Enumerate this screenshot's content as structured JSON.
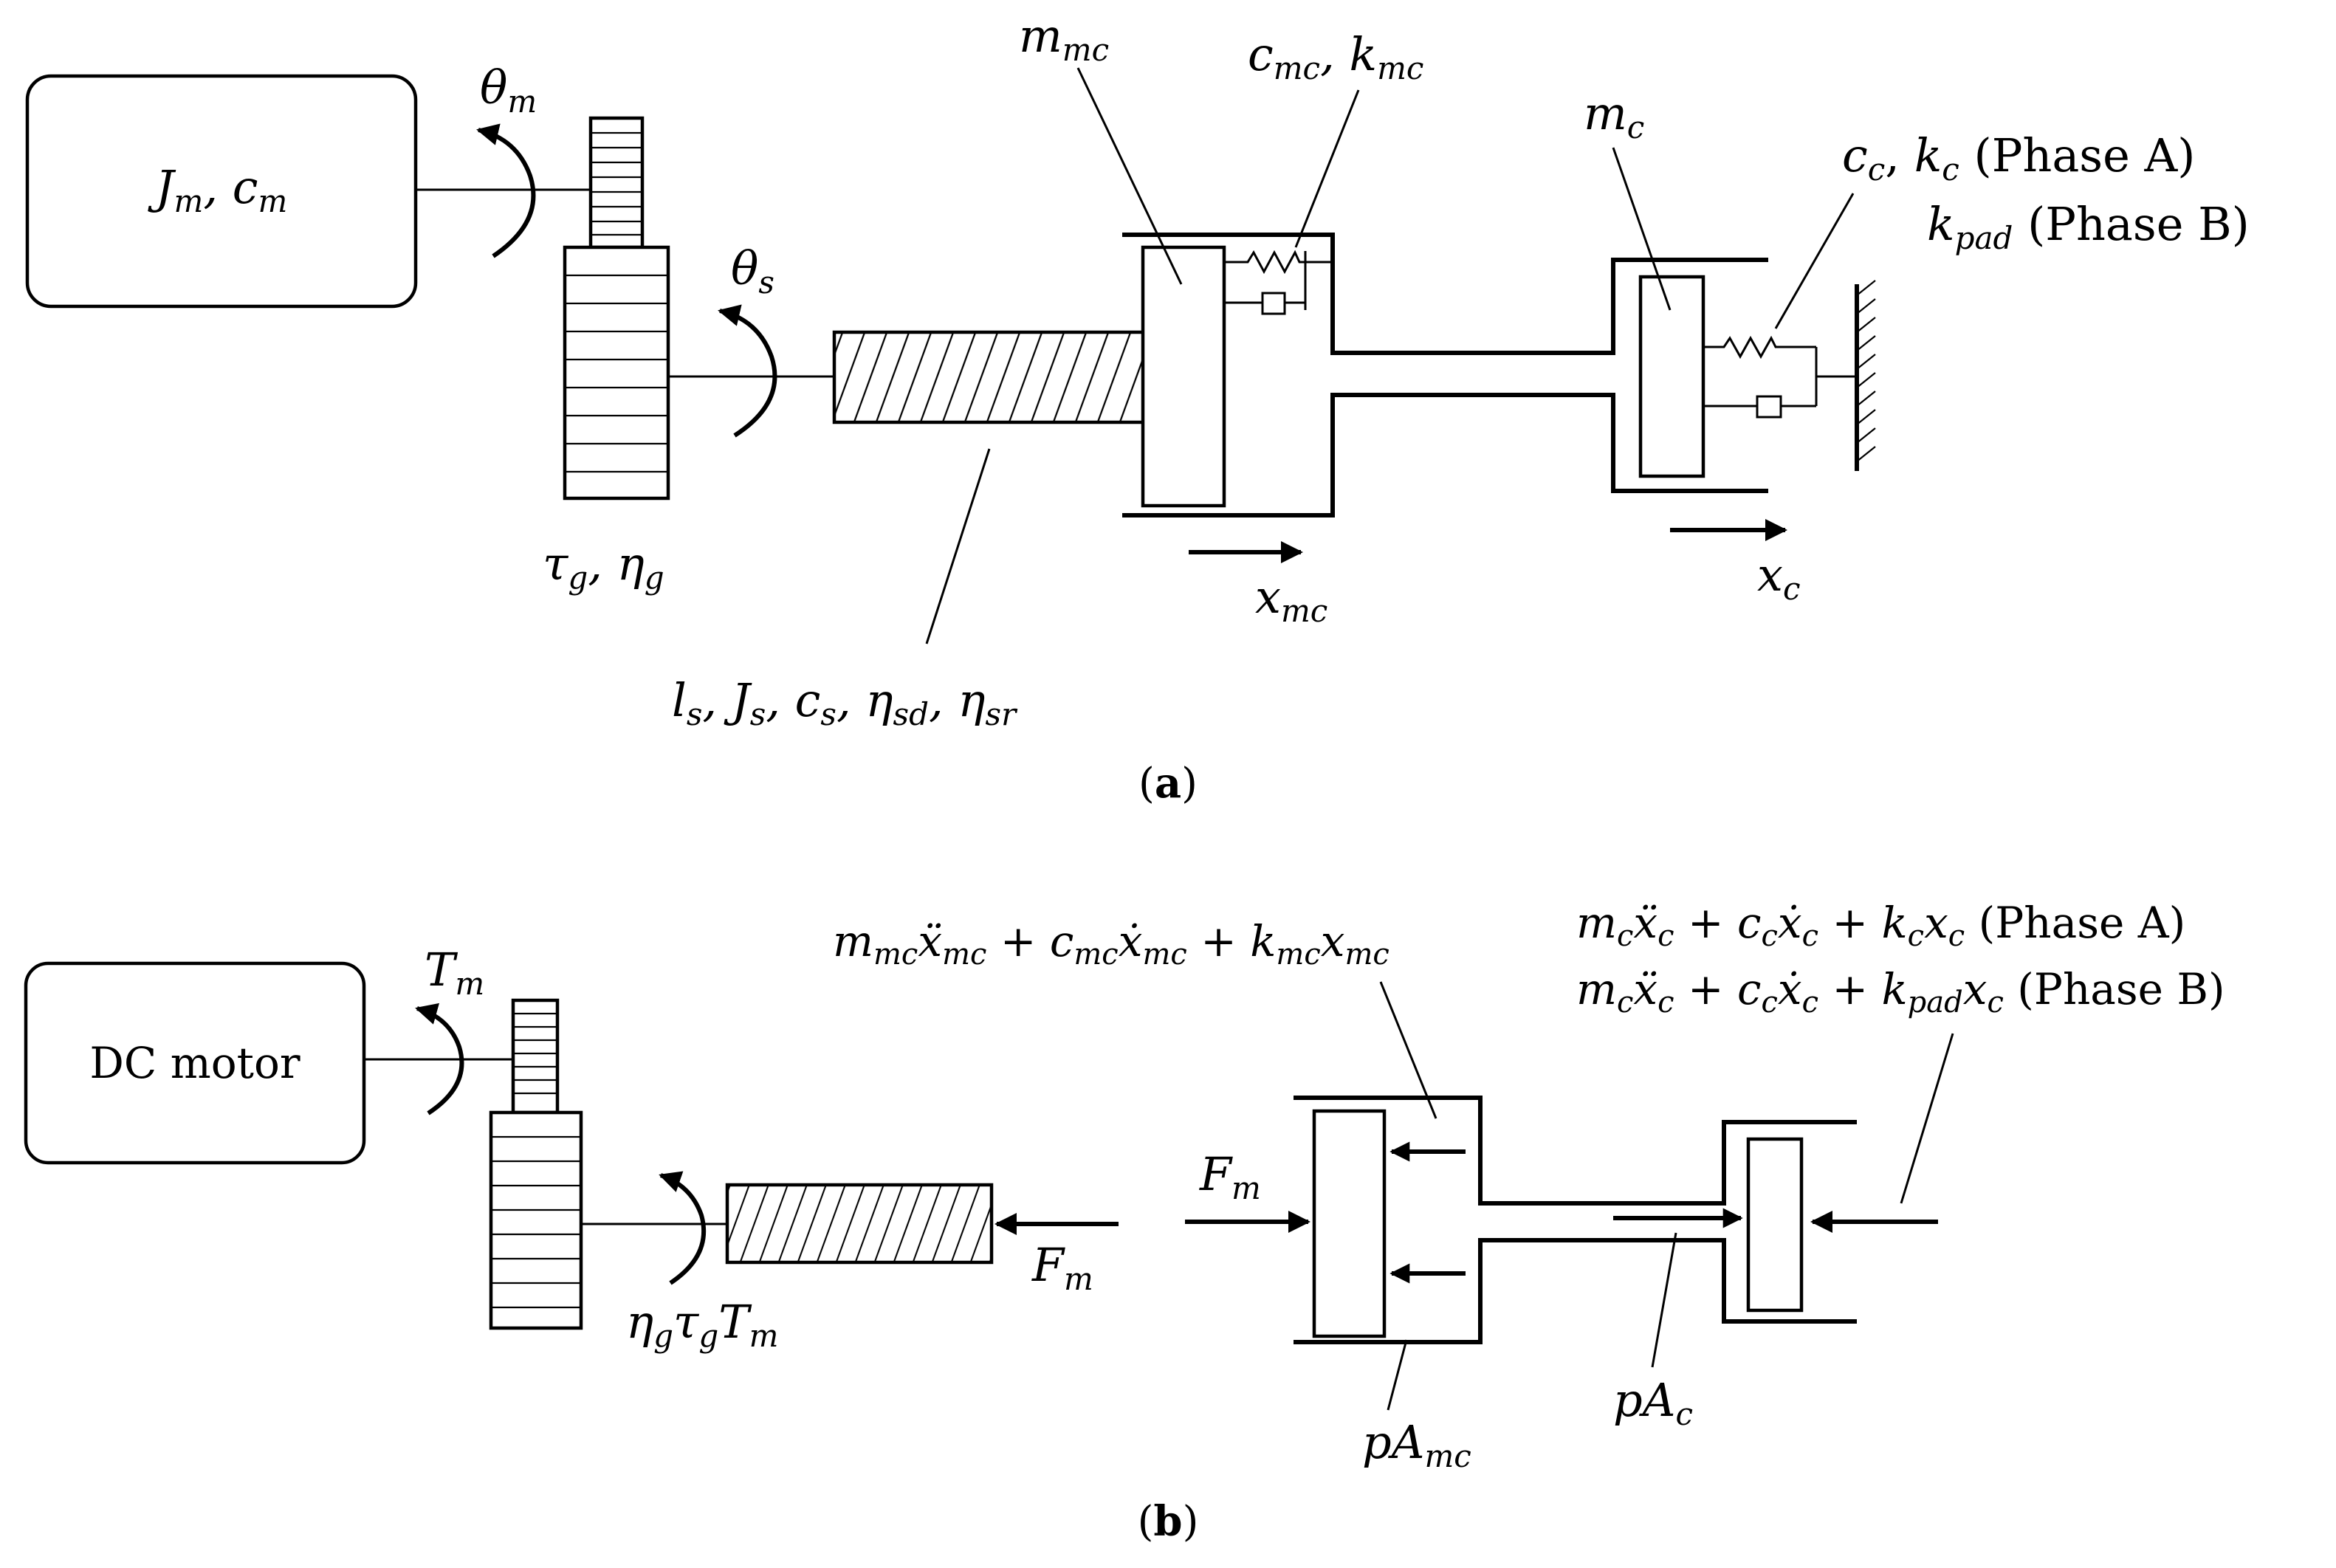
{
  "panel_a": {
    "caption": "(a)",
    "motor_label": "J_m, c_m",
    "theta_m": "θ_m",
    "theta_s": "θ_s",
    "gear_label": "τ_g, η_g",
    "screw_label": "l_s, J_s, c_s, η_sd, η_sr",
    "m_mc": "m_mc",
    "c_mc_k_mc": "c_mc, k_mc",
    "x_mc": "x_mc",
    "m_c": "m_c",
    "cc_kc_phaseA": "c_c, k_c (Phase A)",
    "kpad_phaseB": "k_pad (Phase B)",
    "x_c": "x_c"
  },
  "panel_b": {
    "caption": "(b)",
    "motor_label": "DC motor",
    "T_m": "T_m",
    "torque_label": "η_g τ_g T_m",
    "F_m_screw": "F_m",
    "F_m_piston": "F_m",
    "master_eq": "m_mc ẍ_mc + c_mc ẋ_mc + k_mc x_mc",
    "caliper_eq_A": "m_c ẍ_c + c_c ẋ_c + k_c x_c (Phase A)",
    "caliper_eq_B": "m_c ẍ_c + c_c ẋ_c + k_pad x_c (Phase B)",
    "pA_mc": "pA_mc",
    "pA_c": "pA_c"
  }
}
